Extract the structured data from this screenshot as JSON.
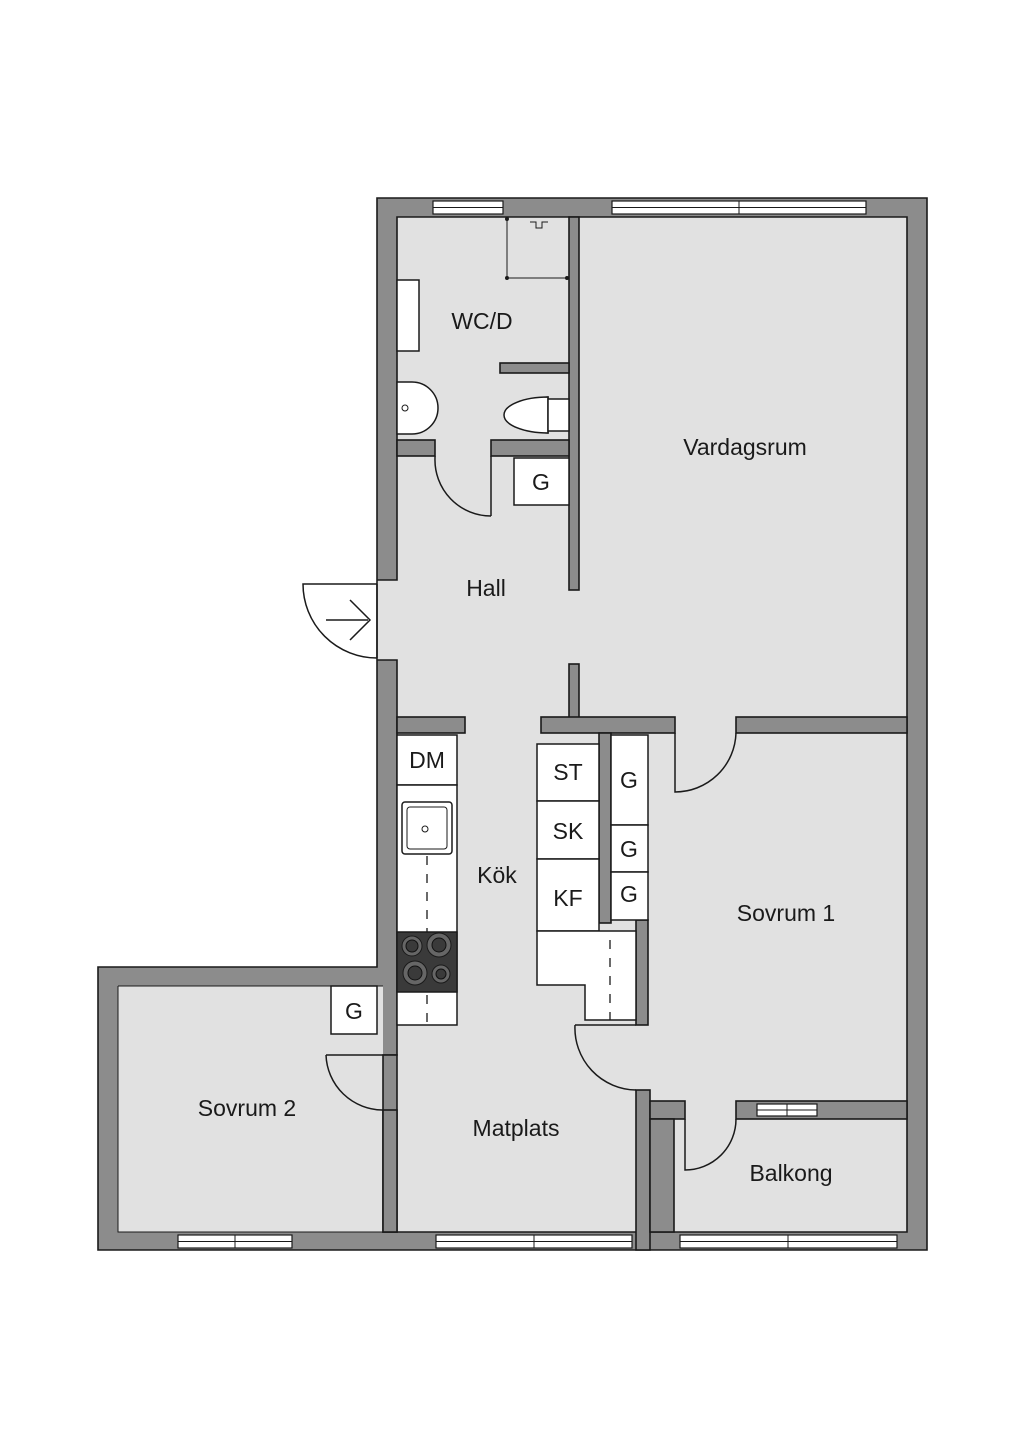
{
  "rooms": {
    "wc": "WC/D",
    "vardagsrum": "Vardagsrum",
    "hall": "Hall",
    "kok": "Kök",
    "sovrum1": "Sovrum 1",
    "sovrum2": "Sovrum 2",
    "matplats": "Matplats",
    "balkong": "Balkong"
  },
  "fixtures": {
    "garderob_hall": "G",
    "diskmaskin": "DM",
    "stekugn": "ST",
    "skap": "SK",
    "kylfrys": "KF",
    "garderob_s1_a": "G",
    "garderob_s1_b": "G",
    "garderob_s1_c": "G",
    "garderob_s2": "G"
  },
  "colors": {
    "floor": "#e1e1e1",
    "wall": "#8c8c8c",
    "line": "#1a1a1a"
  }
}
